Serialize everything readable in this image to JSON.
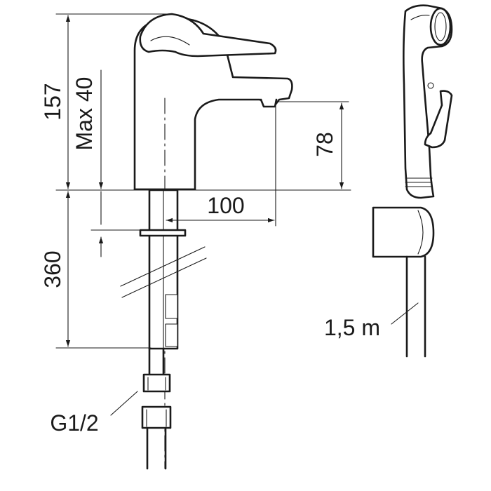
{
  "dimensions": {
    "total_height": "157",
    "max_deck": "Max 40",
    "spout_height": "78",
    "reach": "100",
    "hose_length_below": "360",
    "connection": "G1/2",
    "hand_shower_hose": "1,5 m"
  },
  "colors": {
    "line": "#1a1a1a",
    "background": "#ffffff"
  }
}
